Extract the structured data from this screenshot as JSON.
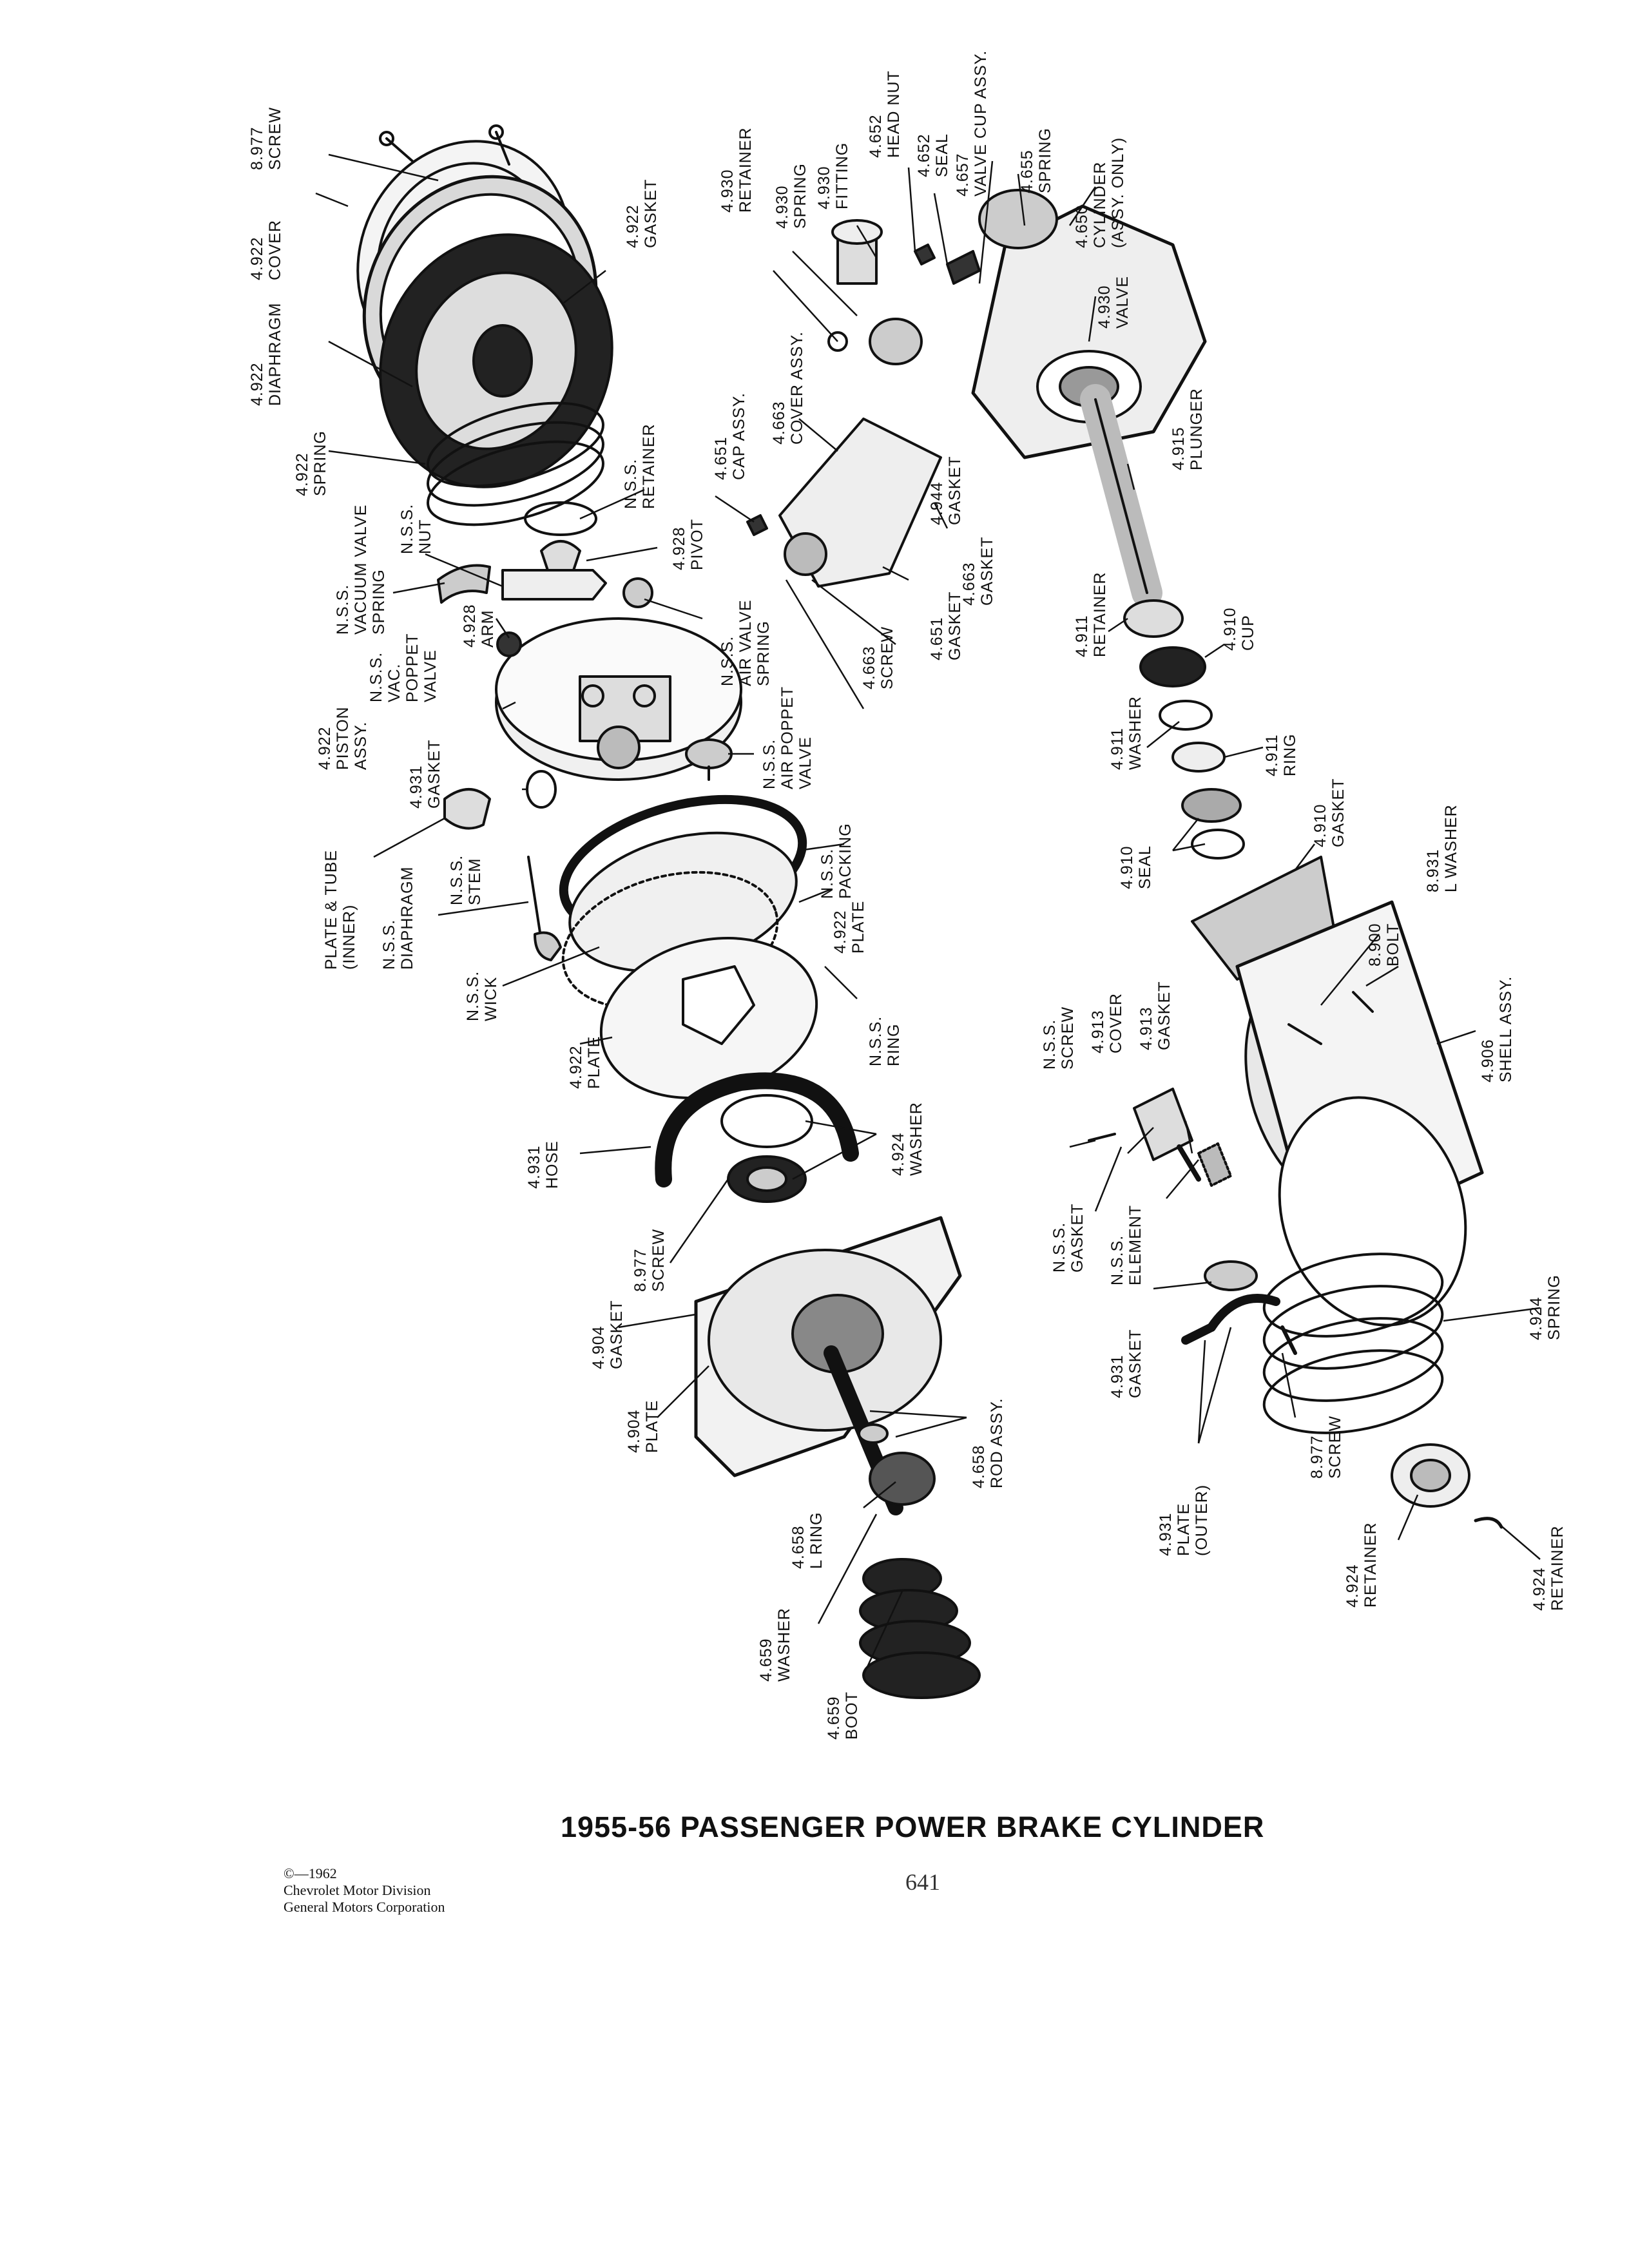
{
  "title": "1955-56 PASSENGER POWER BRAKE CYLINDER",
  "page_number": "641",
  "copyright": [
    "©—1962",
    "Chevrolet Motor Division",
    "General Motors Corporation"
  ],
  "labels": [
    {
      "id": "screw_8977_top",
      "lines": [
        "8.977",
        "SCREW"
      ]
    },
    {
      "id": "cover_4922",
      "lines": [
        "4.922",
        "COVER"
      ]
    },
    {
      "id": "gasket_4922",
      "lines": [
        "4.922",
        "GASKET"
      ]
    },
    {
      "id": "diaphragm_4922",
      "lines": [
        "4.922",
        "DIAPHRAGM"
      ]
    },
    {
      "id": "spring_4922",
      "lines": [
        "4.922",
        "SPRING"
      ]
    },
    {
      "id": "retainer_nss",
      "lines": [
        "N.S.S.",
        "RETAINER"
      ]
    },
    {
      "id": "nut_nss",
      "lines": [
        "N.S.S.",
        "NUT"
      ]
    },
    {
      "id": "pivot_4928",
      "lines": [
        "4.928",
        "PIVOT"
      ]
    },
    {
      "id": "vacuum_valve_spring_nss",
      "lines": [
        "N.S.S.",
        "VACUUM VALVE",
        "SPRING"
      ]
    },
    {
      "id": "arm_4928",
      "lines": [
        "4.928",
        "ARM"
      ]
    },
    {
      "id": "vac_poppet_valve_nss",
      "lines": [
        "N.S.S.",
        "VAC.",
        "POPPET",
        "VALVE"
      ]
    },
    {
      "id": "air_valve_spring_nss",
      "lines": [
        "N.S.S.",
        "AIR VALVE",
        "SPRING"
      ]
    },
    {
      "id": "piston_assy_4922",
      "lines": [
        "4.922",
        "PISTON",
        "ASSY."
      ]
    },
    {
      "id": "gasket_4931_upper",
      "lines": [
        "4.931",
        "GASKET"
      ]
    },
    {
      "id": "air_poppet_valve_nss",
      "lines": [
        "N.S.S.",
        "AIR POPPET",
        "VALVE"
      ]
    },
    {
      "id": "plate_tube_inner",
      "lines": [
        "PLATE & TUBE",
        "(INNER)"
      ]
    },
    {
      "id": "diaphragm_nss",
      "lines": [
        "N.S.S.",
        "DIAPHRAGM"
      ]
    },
    {
      "id": "stem_nss",
      "lines": [
        "N.S.S.",
        "STEM"
      ]
    },
    {
      "id": "packing_nss",
      "lines": [
        "N.S.S.",
        "PACKING"
      ]
    },
    {
      "id": "plate_4922_right",
      "lines": [
        "4.922",
        "PLATE"
      ]
    },
    {
      "id": "wick_nss",
      "lines": [
        "N.S.S.",
        "WICK"
      ]
    },
    {
      "id": "ring_nss",
      "lines": [
        "N.S.S.",
        "RING"
      ]
    },
    {
      "id": "plate_4922_left",
      "lines": [
        "4.922",
        "PLATE"
      ]
    },
    {
      "id": "hose_4931",
      "lines": [
        "4.931",
        "HOSE"
      ]
    },
    {
      "id": "washer_4924",
      "lines": [
        "4.924",
        "WASHER"
      ]
    },
    {
      "id": "screw_8977_mid",
      "lines": [
        "8.977",
        "SCREW"
      ]
    },
    {
      "id": "gasket_4904",
      "lines": [
        "4.904",
        "GASKET"
      ]
    },
    {
      "id": "plate_4904",
      "lines": [
        "4.904",
        "PLATE"
      ]
    },
    {
      "id": "rod_assy_4658",
      "lines": [
        "4.658",
        "ROD ASSY."
      ]
    },
    {
      "id": "l_ring_4658",
      "lines": [
        "4.658",
        "L RING"
      ]
    },
    {
      "id": "washer_4659",
      "lines": [
        "4.659",
        "WASHER"
      ]
    },
    {
      "id": "boot_4659",
      "lines": [
        "4.659",
        "BOOT"
      ]
    },
    {
      "id": "retainer_4930",
      "lines": [
        "4.930",
        "RETAINER"
      ]
    },
    {
      "id": "spring_4930",
      "lines": [
        "4.930",
        "SPRING"
      ]
    },
    {
      "id": "fitting_4930",
      "lines": [
        "4.930",
        "FITTING"
      ]
    },
    {
      "id": "head_nut_4652",
      "lines": [
        "4.652",
        "HEAD NUT"
      ]
    },
    {
      "id": "seal_4652",
      "lines": [
        "4.652",
        "SEAL"
      ]
    },
    {
      "id": "valve_cup_assy_4657",
      "lines": [
        "4.657",
        "VALVE CUP ASSY."
      ]
    },
    {
      "id": "spring_4655",
      "lines": [
        "4.655",
        "SPRING"
      ]
    },
    {
      "id": "cylinder_4650",
      "lines": [
        "4.650",
        "CYLINDER",
        "(ASSY. ONLY)"
      ]
    },
    {
      "id": "valve_4930",
      "lines": [
        "4.930",
        "VALVE"
      ]
    },
    {
      "id": "cap_assy_4651",
      "lines": [
        "4.651",
        "CAP ASSY."
      ]
    },
    {
      "id": "cover_assy_4663",
      "lines": [
        "4.663",
        "COVER ASSY."
      ]
    },
    {
      "id": "gasket_4944",
      "lines": [
        "4.944",
        "GASKET"
      ]
    },
    {
      "id": "plunger_4915",
      "lines": [
        "4.915",
        "PLUNGER"
      ]
    },
    {
      "id": "gasket_4663",
      "lines": [
        "4.663",
        "GASKET"
      ]
    },
    {
      "id": "gasket_4651",
      "lines": [
        "4.651",
        "GASKET"
      ]
    },
    {
      "id": "screw_4663",
      "lines": [
        "4.663",
        "SCREW"
      ]
    },
    {
      "id": "retainer_4911",
      "lines": [
        "4.911",
        "RETAINER"
      ]
    },
    {
      "id": "cup_4910",
      "lines": [
        "4.910",
        "CUP"
      ]
    },
    {
      "id": "washer_4911",
      "lines": [
        "4.911",
        "WASHER"
      ]
    },
    {
      "id": "ring_4911",
      "lines": [
        "4.911",
        "RING"
      ]
    },
    {
      "id": "seal_4910",
      "lines": [
        "4.910",
        "SEAL"
      ]
    },
    {
      "id": "gasket_4910",
      "lines": [
        "4.910",
        "GASKET"
      ]
    },
    {
      "id": "l_washer_8931",
      "lines": [
        "8.931",
        "L WASHER"
      ]
    },
    {
      "id": "bolt_8900",
      "lines": [
        "8.900",
        "BOLT"
      ]
    },
    {
      "id": "shell_assy_4906",
      "lines": [
        "4.906",
        "SHELL ASSY."
      ]
    },
    {
      "id": "screw_nss",
      "lines": [
        "N.S.S.",
        "SCREW"
      ]
    },
    {
      "id": "cover_4913",
      "lines": [
        "4.913",
        "COVER"
      ]
    },
    {
      "id": "gasket_4913",
      "lines": [
        "4.913",
        "GASKET"
      ]
    },
    {
      "id": "gasket_nss",
      "lines": [
        "N.S.S.",
        "GASKET"
      ]
    },
    {
      "id": "element_nss",
      "lines": [
        "N.S.S.",
        "ELEMENT"
      ]
    },
    {
      "id": "gasket_4931_lower",
      "lines": [
        "4.931",
        "GASKET"
      ]
    },
    {
      "id": "spring_4924",
      "lines": [
        "4.924",
        "SPRING"
      ]
    },
    {
      "id": "screw_8977_bottom",
      "lines": [
        "8.977",
        "SCREW"
      ]
    },
    {
      "id": "plate_4931_outer",
      "lines": [
        "4.931",
        "PLATE",
        "(OUTER)"
      ]
    },
    {
      "id": "retainer_4924_left",
      "lines": [
        "4.924",
        "RETAINER"
      ]
    },
    {
      "id": "retainer_4924_right",
      "lines": [
        "4.924",
        "RETAINER"
      ]
    }
  ]
}
